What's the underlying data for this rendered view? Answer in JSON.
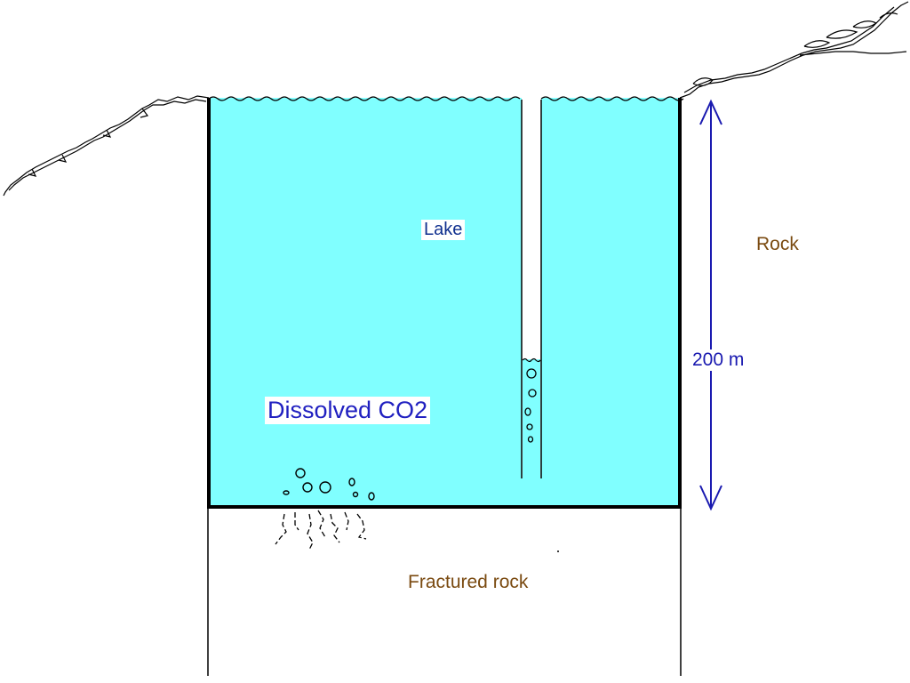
{
  "labels": {
    "lake": "Lake",
    "dissolved": "Dissolved CO2",
    "rock": "Rock",
    "depth": "200 m",
    "fractured": "Fractured rock"
  },
  "colors": {
    "water": "#80FFFF",
    "outline": "#000000",
    "lake_text": "#10308F",
    "dissolved_text": "#2020C0",
    "rock_text": "#7A4A10",
    "depth_arrow": "#1A1AB0",
    "depth_text": "#1A1AB0"
  }
}
